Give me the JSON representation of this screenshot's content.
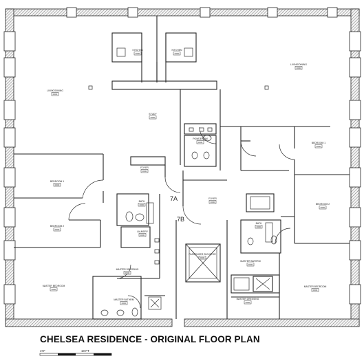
{
  "plan": {
    "title": "CHELSEA RESIDENCE - ORIGINAL FLOOR PLAN",
    "scale_labels": [
      "1'0\"",
      "10 FT"
    ],
    "unit_markers": [
      "7A",
      "7B"
    ],
    "rooms": [
      {
        "id": "kitchen-1",
        "name": "KITCHEN",
        "code": "0000"
      },
      {
        "id": "kitchen-2",
        "name": "KITCHEN",
        "code": "0000"
      },
      {
        "id": "living-dining-l",
        "name": "LIVING/DINING",
        "code": "0000"
      },
      {
        "id": "living-dining-r",
        "name": "LIVING/DINING",
        "code": "0000"
      },
      {
        "id": "study",
        "name": "STUDY",
        "code": "0000"
      },
      {
        "id": "powder-rm",
        "name": "POWDER RM",
        "code": "0000"
      },
      {
        "id": "foyer-l",
        "name": "FOYER",
        "code": "0000"
      },
      {
        "id": "foyer-r",
        "name": "FOYER",
        "code": "0000"
      },
      {
        "id": "bedroom-1-l",
        "name": "BEDROOM 1",
        "code": "0000"
      },
      {
        "id": "bedroom-2-l",
        "name": "BEDROOM 2",
        "code": "0000"
      },
      {
        "id": "bedroom-1-r",
        "name": "BEDROOM 1",
        "code": "0000"
      },
      {
        "id": "bedroom-2-r",
        "name": "BEDROOM 2",
        "code": "0000"
      },
      {
        "id": "bath-l",
        "name": "BATH",
        "code": "0000"
      },
      {
        "id": "bath-r",
        "name": "BATH",
        "code": "0000"
      },
      {
        "id": "laundry",
        "name": "LAUNDRY",
        "code": "0000"
      },
      {
        "id": "master-dressing-l",
        "name": "MASTER DRESSING",
        "code": "0000"
      },
      {
        "id": "master-dressing-r",
        "name": "MASTER DRESSING",
        "code": "0000"
      },
      {
        "id": "master-bathrm-l",
        "name": "MASTER BATHRM",
        "code": "0000"
      },
      {
        "id": "master-bathrm-r",
        "name": "MASTER BATHRM",
        "code": "0000"
      },
      {
        "id": "master-bedroom-l",
        "name": "MASTER BEDROOM",
        "code": "0000"
      },
      {
        "id": "master-bedroom-r",
        "name": "MASTER BEDROOM",
        "code": "0000"
      },
      {
        "id": "elevator",
        "name": "PASSENGER ELEVATOR",
        "code": "0000"
      }
    ]
  }
}
